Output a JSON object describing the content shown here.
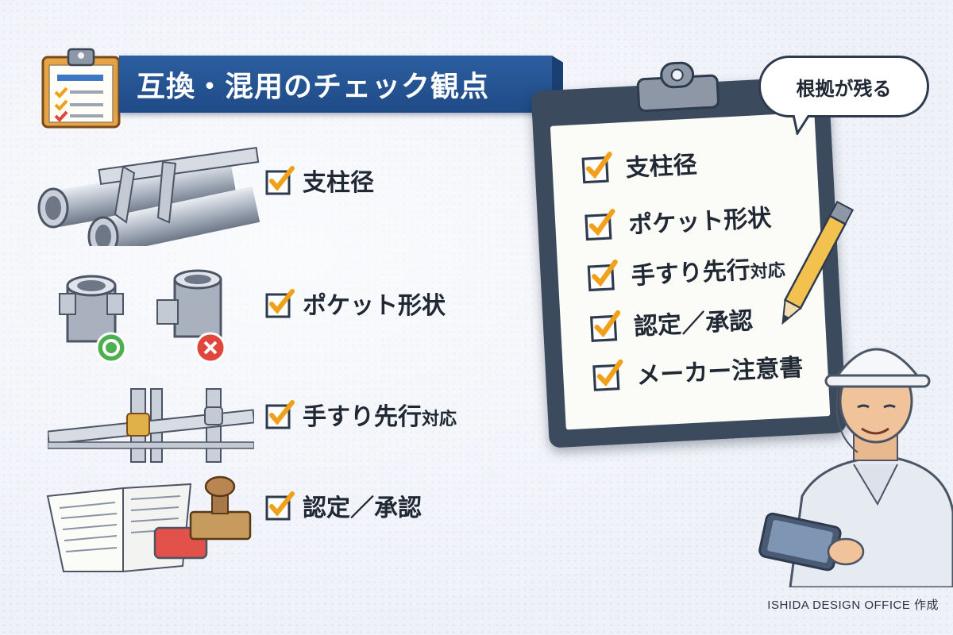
{
  "title": "互換・混用のチェック観点",
  "checklist": [
    {
      "label": "支柱径"
    },
    {
      "label": "ポケット形状"
    },
    {
      "label": "手すり先行",
      "suffix": "対応"
    },
    {
      "label": "認定／承認"
    }
  ],
  "clipboard": {
    "items": [
      {
        "label": "支柱径"
      },
      {
        "label": "ポケット形状"
      },
      {
        "label": "手すり先行",
        "suffix": "対応"
      },
      {
        "label": "認定／承認"
      },
      {
        "label": "メーカー注意書"
      }
    ]
  },
  "bubble": "根拠が残る",
  "credit": "ISHIDA DESIGN OFFICE 作成",
  "colors": {
    "banner": "#2c5ea0",
    "check": "#f0a019",
    "ok": "#4caf50",
    "ng": "#e0463c"
  }
}
